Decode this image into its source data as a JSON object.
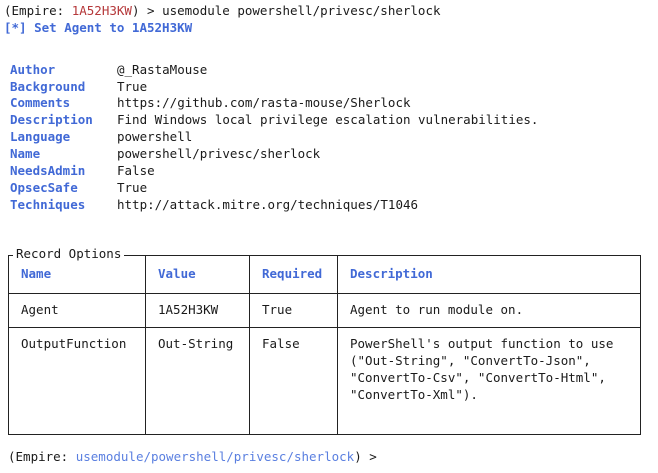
{
  "terminal": {
    "app_name": "Empire",
    "colors": {
      "background": "#ffffff",
      "foreground": "#1a1a1a",
      "accent_blue": "#4169d6",
      "link_blue": "#5a7fe0",
      "agent_red": "#b5383a",
      "border": "#222222"
    },
    "prompt_line": {
      "prefix": "(Empire: ",
      "agent_id": "1A52H3KW",
      "suffix": ") > ",
      "command": "usemodule powershell/privesc/sherlock"
    },
    "status_line": {
      "marker": "[*]",
      "text": " Set Agent to 1A52H3KW"
    },
    "footer_prompt": {
      "prefix": "(Empire: ",
      "path": "usemodule/powershell/privesc/sherlock",
      "suffix": ") > "
    }
  },
  "module_info": {
    "properties": [
      {
        "key": "Author",
        "value": "@_RastaMouse"
      },
      {
        "key": "Background",
        "value": "True"
      },
      {
        "key": "Comments",
        "value": "https://github.com/rasta-mouse/Sherlock"
      },
      {
        "key": "Description",
        "value": "Find Windows local privilege escalation vulnerabilities."
      },
      {
        "key": "Language",
        "value": "powershell"
      },
      {
        "key": "Name",
        "value": "powershell/privesc/sherlock"
      },
      {
        "key": "NeedsAdmin",
        "value": "False"
      },
      {
        "key": "OpsecSafe",
        "value": "True"
      },
      {
        "key": "Techniques",
        "value": "http://attack.mitre.org/techniques/T1046"
      }
    ]
  },
  "record_options": {
    "title": "Record Options",
    "headers": [
      "Name",
      "Value",
      "Required",
      "Description"
    ],
    "rows": [
      {
        "name": "Agent",
        "value": "1A52H3KW",
        "required": "True",
        "description": "Agent to run module on."
      },
      {
        "name": "OutputFunction",
        "value": "Out-String",
        "required": "False",
        "description": "PowerShell's output function to use\n(\"Out-String\", \"ConvertTo-Json\",\n\"ConvertTo-Csv\", \"ConvertTo-Html\",\n\"ConvertTo-Xml\")."
      }
    ]
  }
}
